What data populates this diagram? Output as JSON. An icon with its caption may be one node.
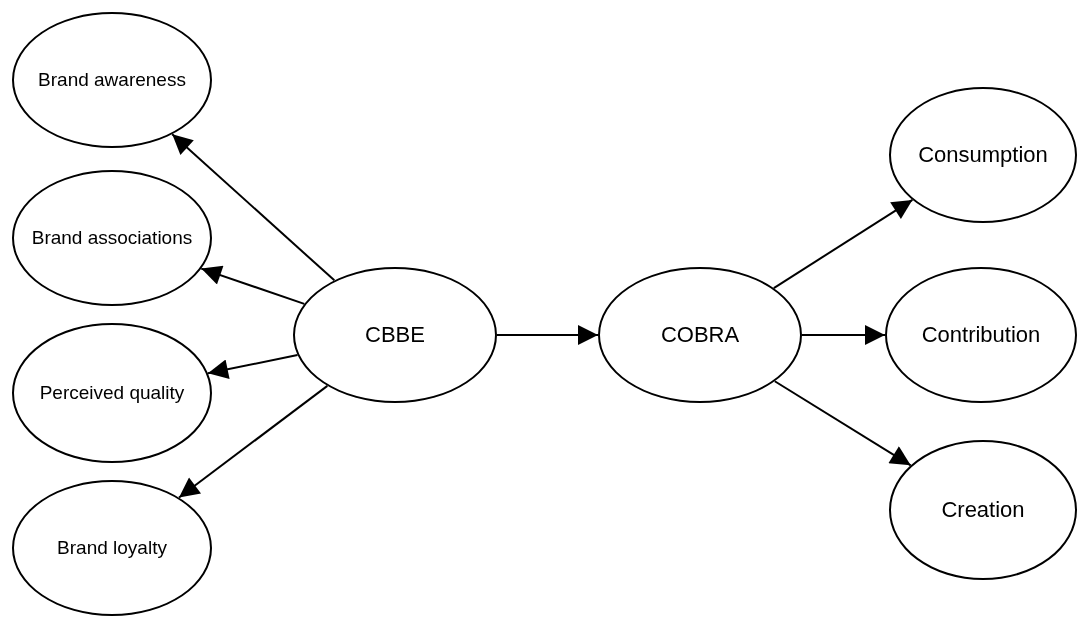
{
  "diagram": {
    "nodes": [
      {
        "text": [
          "Brand awareness"
        ]
      },
      {
        "text": [
          "Brand associations"
        ]
      },
      {
        "text": [
          "Perceived quality"
        ]
      },
      {
        "text": [
          "Brand loyalty"
        ]
      },
      {
        "text": [
          "CBBE"
        ]
      },
      {
        "text": [
          "COBRA"
        ]
      },
      {
        "text": [
          "Consumption"
        ]
      },
      {
        "text": [
          "Contribution"
        ]
      },
      {
        "text": [
          "Creation"
        ]
      }
    ],
    "edges": [
      {
        "from": 4,
        "to": 0,
        "arrow": "to"
      },
      {
        "from": 4,
        "to": 1,
        "arrow": "to"
      },
      {
        "from": 4,
        "to": 2,
        "arrow": "to"
      },
      {
        "from": 4,
        "to": 3,
        "arrow": "to"
      },
      {
        "from": 4,
        "to": 5,
        "arrow": "to"
      },
      {
        "from": 5,
        "to": 6,
        "arrow": "to"
      },
      {
        "from": 5,
        "to": 7,
        "arrow": "to"
      },
      {
        "from": 5,
        "to": 8,
        "arrow": "to"
      }
    ]
  }
}
